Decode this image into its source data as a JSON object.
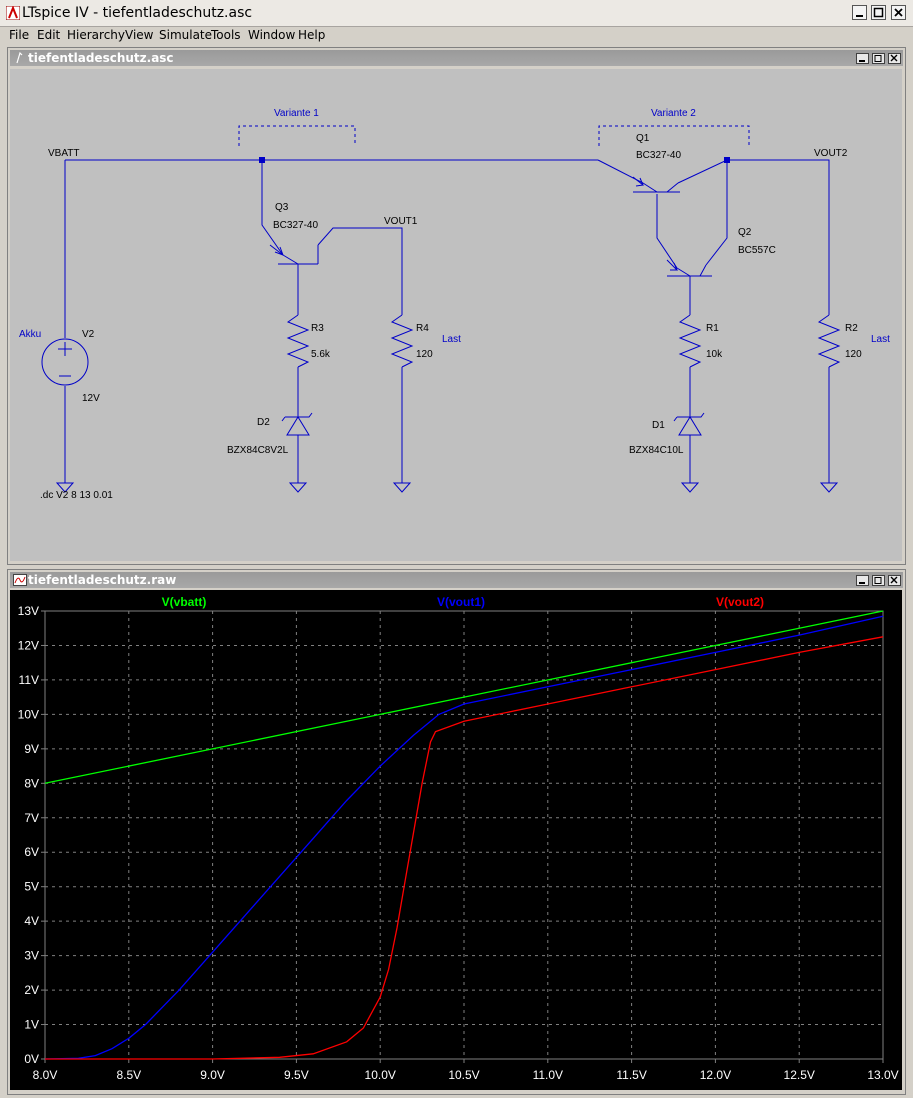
{
  "window": {
    "title": "LTspice IV - tiefentladeschutz.asc",
    "controls": {
      "minimize": "_",
      "maximize": "□",
      "close": "✕"
    }
  },
  "menu": {
    "items": [
      "File",
      "Edit",
      "Hierarchy",
      "View",
      "Simulate",
      "Tools",
      "Window",
      "Help"
    ]
  },
  "schematic_window": {
    "title": "tiefentladeschutz.asc",
    "labels": {
      "variante1": "Variante 1",
      "variante2": "Variante 2",
      "vbatt": "VBATT",
      "vout1": "VOUT1",
      "vout2": "VOUT2",
      "akku": "Akku",
      "v2": "V2",
      "v2_value": "12V",
      "q3": "Q3",
      "q3_model": "BC327-40",
      "r3": "R3",
      "r3_value": "5.6k",
      "d2": "D2",
      "d2_model": "BZX84C8V2L",
      "r4": "R4",
      "r4_value": "120",
      "last1": "Last",
      "q1": "Q1",
      "q1_model": "BC327-40",
      "q2": "Q2",
      "q2_model": "BC557C",
      "r1": "R1",
      "r1_value": "10k",
      "d1": "D1",
      "d1_model": "BZX84C10L",
      "r2": "R2",
      "r2_value": "120",
      "last2": "Last",
      "directive": ".dc V2 8 13 0.01"
    }
  },
  "plot_window": {
    "title": "tiefentladeschutz.raw"
  },
  "colors": {
    "wire": "#0000c8",
    "schematic_bg": "#c0c0c0",
    "plot_bg": "#000000",
    "grid": "#808080",
    "vbatt": "#00ff00",
    "vout1": "#0000ff",
    "vout2": "#ff0000"
  },
  "chart_data": {
    "type": "line",
    "xlim": [
      8.0,
      13.0
    ],
    "ylim": [
      0,
      13
    ],
    "x_ticks": [
      "8.0V",
      "8.5V",
      "9.0V",
      "9.5V",
      "10.0V",
      "10.5V",
      "11.0V",
      "11.5V",
      "12.0V",
      "12.5V",
      "13.0V"
    ],
    "y_ticks": [
      "0V",
      "1V",
      "2V",
      "3V",
      "4V",
      "5V",
      "6V",
      "7V",
      "8V",
      "9V",
      "10V",
      "11V",
      "12V",
      "13V"
    ],
    "grid": true,
    "legend": "top",
    "series": [
      {
        "name": "V(vbatt)",
        "color": "#00ff00",
        "x": [
          8.0,
          13.0
        ],
        "y": [
          8.0,
          13.0
        ]
      },
      {
        "name": "V(vout1)",
        "color": "#0000ff",
        "x": [
          8.0,
          8.2,
          8.3,
          8.4,
          8.5,
          8.6,
          8.7,
          8.8,
          9.0,
          9.2,
          9.4,
          9.6,
          9.8,
          10.0,
          10.2,
          10.35,
          10.5,
          11.0,
          11.5,
          12.0,
          12.5,
          13.0
        ],
        "y": [
          0.0,
          0.02,
          0.1,
          0.3,
          0.6,
          1.0,
          1.5,
          2.0,
          3.1,
          4.2,
          5.3,
          6.4,
          7.5,
          8.5,
          9.4,
          10.0,
          10.3,
          10.8,
          11.3,
          11.8,
          12.3,
          12.85
        ]
      },
      {
        "name": "V(vout2)",
        "color": "#ff0000",
        "x": [
          8.0,
          9.0,
          9.4,
          9.6,
          9.8,
          9.9,
          10.0,
          10.05,
          10.1,
          10.15,
          10.2,
          10.25,
          10.3,
          10.33,
          10.5,
          11.0,
          11.5,
          12.0,
          12.5,
          13.0
        ],
        "y": [
          0.0,
          0.0,
          0.05,
          0.15,
          0.5,
          0.9,
          1.8,
          2.6,
          3.8,
          5.2,
          6.6,
          8.0,
          9.2,
          9.5,
          9.8,
          10.3,
          10.8,
          11.3,
          11.8,
          12.25
        ]
      }
    ]
  }
}
